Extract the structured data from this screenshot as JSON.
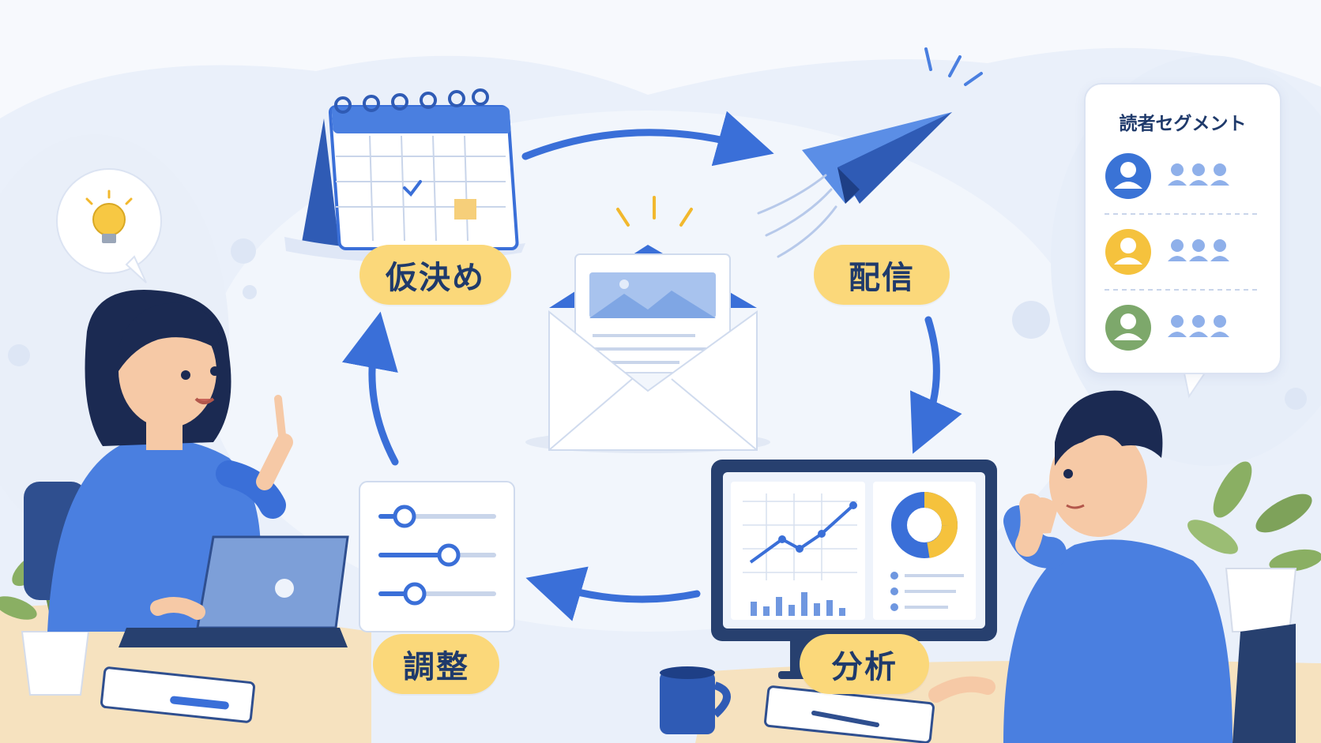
{
  "cycle": {
    "steps": [
      {
        "label": "仮決め"
      },
      {
        "label": "配信"
      },
      {
        "label": "分析"
      },
      {
        "label": "調整"
      }
    ]
  },
  "segment_panel": {
    "title": "読者セグメント",
    "segments": [
      {
        "color": "#3a73d6"
      },
      {
        "color": "#f5c23d"
      },
      {
        "color": "#7da86b"
      }
    ]
  },
  "colors": {
    "accent_blue": "#3a6fd8",
    "pill_yellow": "#fbd87a",
    "text_navy": "#1f3a6b",
    "skin": "#f6c9a6",
    "hair": "#1b2a52"
  },
  "icons": [
    "calendar-icon",
    "paper-plane-icon",
    "envelope-icon",
    "sliders-icon",
    "analytics-monitor-icon",
    "lightbulb-icon"
  ]
}
